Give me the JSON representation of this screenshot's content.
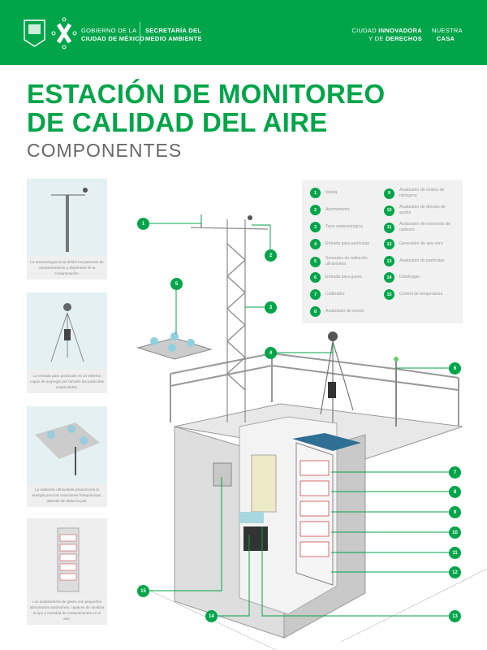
{
  "header": {
    "gov_line1": "GOBIERNO DE LA",
    "gov_line2": "CIUDAD DE MÉXICO",
    "sec_line1": "SECRETARÍA DEL",
    "sec_line2": "MEDIO AMBIENTE",
    "slogan_pre": "CIUDAD ",
    "slogan_b1": "INNOVADORA",
    "slogan_pre2": "Y DE ",
    "slogan_b2": "DERECHOS",
    "casa_line1": "NUESTRA",
    "casa_line2": "CASA"
  },
  "title_line1": "ESTACIÓN DE MONITOREO",
  "title_line2": "DE CALIDAD DEL AIRE",
  "subtitle": "COMPONENTES",
  "panels": [
    {
      "caption": "La meteorología local define los patrones de comportamiento y dispersión de la contaminación."
    },
    {
      "caption": "La entrada para partículas es un sistema capaz de segregar por tamaño las partículas suspendidas."
    },
    {
      "caption": "La radiación ultravioleta proporciona la energía para las reacciones fotoquímicas, además de dañar la piel."
    },
    {
      "caption": "Los analizadores de gases son pequeños laboratorios autónomos, capaces de analizar el tipo y cantidad de contaminantes en el aire."
    }
  ],
  "legend": [
    {
      "n": "1",
      "label": "Veleta"
    },
    {
      "n": "2",
      "label": "Anemómetro"
    },
    {
      "n": "3",
      "label": "Torre meteorológica"
    },
    {
      "n": "4",
      "label": "Entrada para partículas"
    },
    {
      "n": "5",
      "label": "Sensores de radiación ultravioleta"
    },
    {
      "n": "6",
      "label": "Entrada para gases"
    },
    {
      "n": "7",
      "label": "Calibrador"
    },
    {
      "n": "8",
      "label": "Analizador de ozono"
    },
    {
      "n": "9",
      "label": "Analizador de óxidos de nitrógeno"
    },
    {
      "n": "10",
      "label": "Analizador de dióxido de azufre"
    },
    {
      "n": "11",
      "label": "Analizador de monóxido de carbono"
    },
    {
      "n": "12",
      "label": "Generador de aire cero"
    },
    {
      "n": "13",
      "label": "Analizador de partículas"
    },
    {
      "n": "14",
      "label": "Datalogger"
    },
    {
      "n": "15",
      "label": "Control de temperatura"
    }
  ],
  "colors": {
    "brand": "#00a549"
  }
}
